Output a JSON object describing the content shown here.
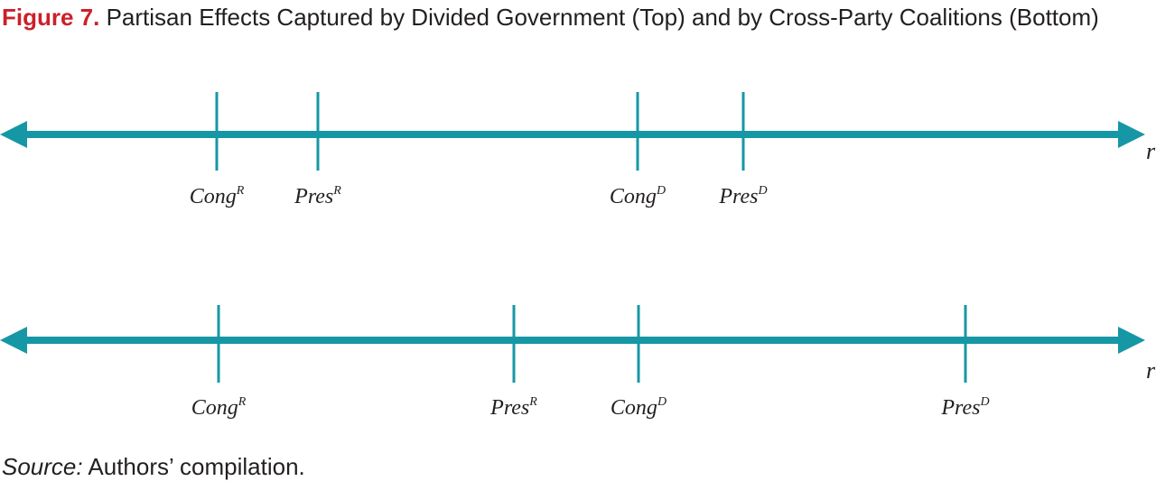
{
  "figure": {
    "label": "Figure 7.",
    "title": "Partisan Effects Captured by Divided Government (Top) and by Cross-Party Coalitions (Bottom)"
  },
  "source": {
    "label": "Source:",
    "text": "Authors’ compilation."
  },
  "colors": {
    "axis": "#1697a6",
    "figure_label": "#cc2029",
    "text": "#231f20"
  },
  "diagram": {
    "axis_label": "r",
    "lines": [
      {
        "name": "top",
        "markers": [
          {
            "base": "Cong",
            "sup": "R",
            "order": 1
          },
          {
            "base": "Pres",
            "sup": "R",
            "order": 2
          },
          {
            "base": "Cong",
            "sup": "D",
            "order": 3
          },
          {
            "base": "Pres",
            "sup": "D",
            "order": 4
          }
        ]
      },
      {
        "name": "bottom",
        "markers": [
          {
            "base": "Cong",
            "sup": "R",
            "order": 1
          },
          {
            "base": "Pres",
            "sup": "R",
            "order": 2
          },
          {
            "base": "Cong",
            "sup": "D",
            "order": 3
          },
          {
            "base": "Pres",
            "sup": "D",
            "order": 4
          }
        ]
      }
    ]
  }
}
